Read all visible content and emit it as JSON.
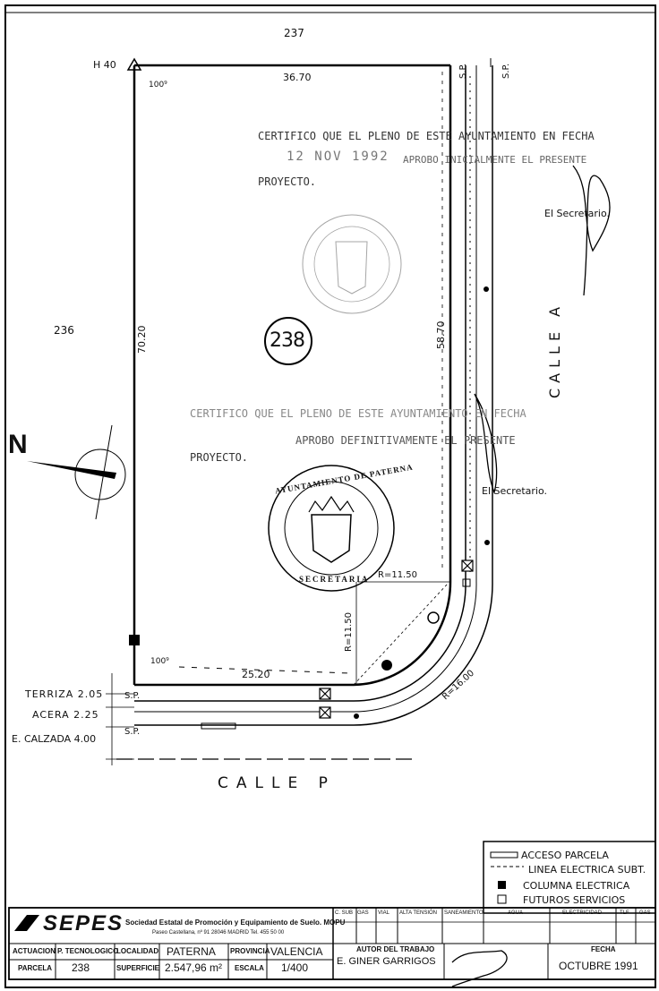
{
  "plot": {
    "top_neighbor": "237",
    "left_neighbor": "236",
    "plot_number": "238",
    "corner_label": "H 40",
    "angle_top": "100⁹",
    "angle_bottom": "100⁹",
    "dim_top": "36.70",
    "dim_left": "70.20",
    "dim_right": "58.70",
    "dim_bottom": "25.20",
    "radius_h": "R=11.50",
    "radius_v": "R=11.50",
    "radius_road": "R=16.00",
    "sp_top_1": "S.P.",
    "sp_top_2": "S.P.",
    "sp_bottom_1": "S.P.",
    "sp_bottom_2": "S.P."
  },
  "streets": {
    "calle_a": "CALLE A",
    "calle_p": "CALLE P"
  },
  "north": "N",
  "sections": {
    "terriza": "TERRIZA 2.05",
    "acera": "ACERA 2.25",
    "calzada": "E. CALZADA 4.00"
  },
  "certificates": {
    "c1_line1": "CERTIFICO QUE EL PLENO DE ESTE AYUNTAMIENTO EN FECHA",
    "c1_date": "12 NOV 1992",
    "c1_line2": "APROBO INICIALMENTE EL PRESENTE",
    "c1_line3": "PROYECTO.",
    "c1_sign": "El Secretario.",
    "c2_line1": "CERTIFICO QUE EL PLENO DE ESTE AYUNTAMIENTO EN FECHA",
    "c2_line2": "APROBO DEFINITIVAMENTE EL PRESENTE",
    "c2_line3": "PROYECTO.",
    "c2_sign": "El Secretario.",
    "seal_text": "AYUNTAMIENTO DE PATERNA",
    "seal_bottom": "SECRETARIA"
  },
  "legend": {
    "items": [
      "ACCESO PARCELA",
      "LINEA ELECTRICA SUBT.",
      "COLUMNA ELECTRICA",
      "FUTUROS SERVICIOS"
    ]
  },
  "title_block": {
    "logo": "SEPES",
    "company": "Sociedad Estatal de Promoción y Equipamiento de Suelo. MOPU",
    "address": "Paseo Castellana, nº 91 28046 MADRID Tel. 455 50 00",
    "actuacion_label": "ACTUACION",
    "actuacion_type": "P. TECNOLOGICO",
    "localidad_label": "LOCALIDAD",
    "localidad": "PATERNA",
    "provincia_label": "PROVINCIA",
    "provincia": "VALENCIA",
    "parcela_label": "PARCELA",
    "parcela": "238",
    "superficie_label": "SUPERFICIE",
    "superficie": "2.547,96 m²",
    "escala_label": "ESCALA",
    "escala": "1/400",
    "autor_label": "AUTOR DEL TRABAJO",
    "autor": "E. GINER GARRIGOS",
    "fecha_label": "FECHA",
    "fecha": "OCTUBRE 1991",
    "service_headers": [
      "AGUA",
      "C. SUB",
      "ALTA TENSIÓN",
      "VIAL",
      "SANEAMIENTO",
      "GAS",
      "ELECTRICIDAD",
      "TLF",
      "GAS"
    ]
  }
}
